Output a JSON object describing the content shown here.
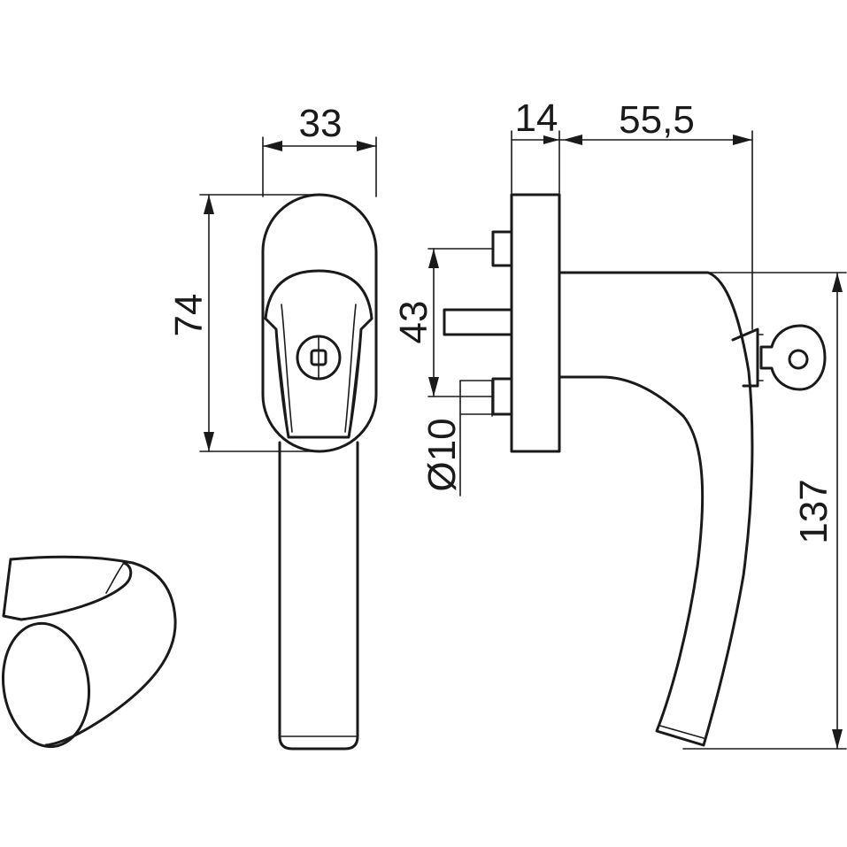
{
  "dimensions": {
    "width_rosette": "33",
    "height_rosette": "74",
    "spindle_spacing": "43",
    "bolt_diameter": "Ø10",
    "rosette_depth": "14",
    "handle_projection": "55,5",
    "handle_length": "137"
  }
}
